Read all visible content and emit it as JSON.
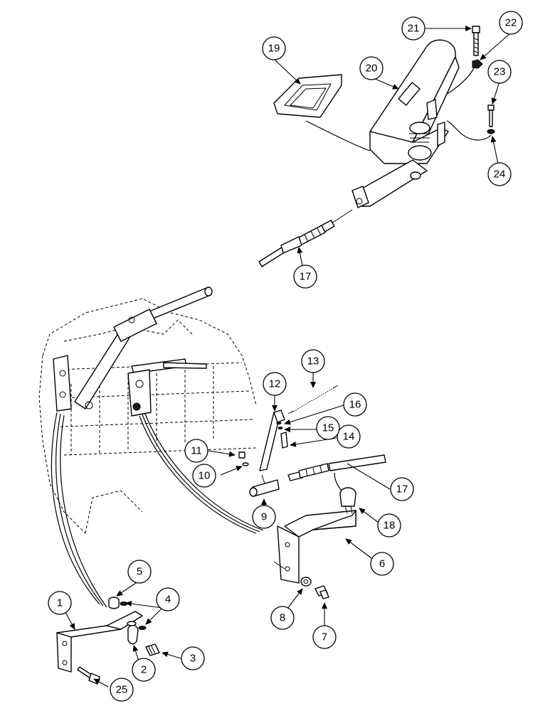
{
  "callouts": [
    {
      "id": "1",
      "label": "1"
    },
    {
      "id": "2",
      "label": "2"
    },
    {
      "id": "3",
      "label": "3"
    },
    {
      "id": "4",
      "label": "4"
    },
    {
      "id": "5",
      "label": "5"
    },
    {
      "id": "6",
      "label": "6"
    },
    {
      "id": "7",
      "label": "7"
    },
    {
      "id": "8",
      "label": "8"
    },
    {
      "id": "9",
      "label": "9"
    },
    {
      "id": "10",
      "label": "10"
    },
    {
      "id": "11",
      "label": "11"
    },
    {
      "id": "12",
      "label": "12"
    },
    {
      "id": "13",
      "label": "13"
    },
    {
      "id": "14",
      "label": "14"
    },
    {
      "id": "15",
      "label": "15"
    },
    {
      "id": "16",
      "label": "16"
    },
    {
      "id": "17a",
      "label": "17"
    },
    {
      "id": "17b",
      "label": "17"
    },
    {
      "id": "18",
      "label": "18"
    },
    {
      "id": "19",
      "label": "19"
    },
    {
      "id": "20",
      "label": "20"
    },
    {
      "id": "21",
      "label": "21"
    },
    {
      "id": "22",
      "label": "22"
    },
    {
      "id": "23",
      "label": "23"
    },
    {
      "id": "24",
      "label": "24"
    },
    {
      "id": "25",
      "label": "25"
    }
  ]
}
